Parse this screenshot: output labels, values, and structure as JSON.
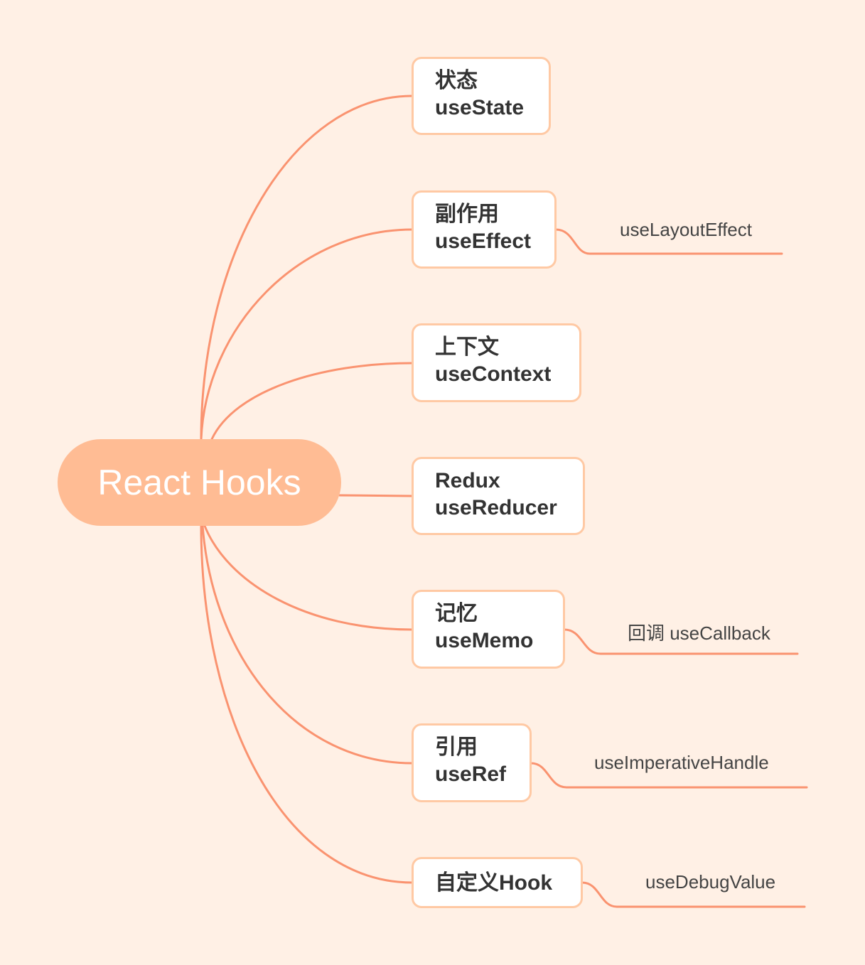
{
  "root": {
    "label": "React Hooks"
  },
  "branches": [
    {
      "line1": "状态",
      "line2": "useState"
    },
    {
      "line1": "副作用",
      "line2": "useEffect"
    },
    {
      "line1": "上下文",
      "line2": "useContext"
    },
    {
      "line1": "Redux",
      "line2": "useReducer"
    },
    {
      "line1": "记忆",
      "line2": "useMemo"
    },
    {
      "line1": "引用",
      "line2": "useRef"
    },
    {
      "line1": "自定义Hook"
    }
  ],
  "leaves": [
    {
      "label": "useLayoutEffect"
    },
    {
      "label": "回调 useCallback"
    },
    {
      "label": "useImperativeHandle"
    },
    {
      "label": "useDebugValue"
    }
  ],
  "colors": {
    "background": "#fff0e5",
    "root_fill": "#ffbc94",
    "connector": "#fa9370",
    "branch_border": "#ffc9a4",
    "text": "#333333"
  }
}
